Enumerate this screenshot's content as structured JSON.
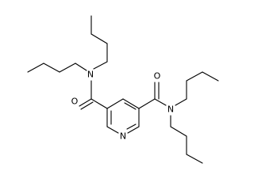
{
  "molecule": {
    "atoms": {
      "n_left_amide": "N",
      "n_right_amide": "N",
      "n_pyridine": "N",
      "o_left": "O",
      "o_right": "O"
    }
  },
  "colors": {
    "bond": "#000000",
    "label": "#000000",
    "background": "#ffffff"
  }
}
